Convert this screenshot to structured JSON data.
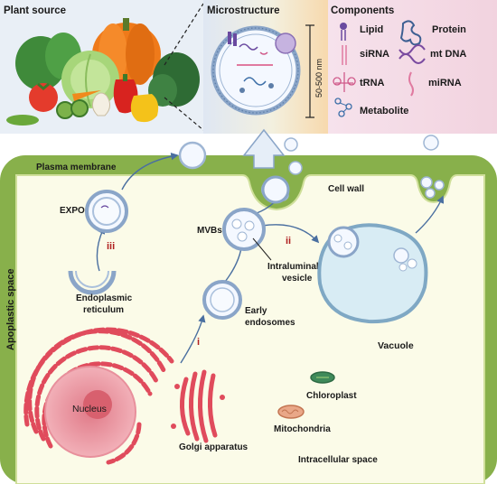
{
  "panels": {
    "plant_source": "Plant source",
    "microstructure": "Microstructure",
    "size": "50-500 nm",
    "components_title": "Components"
  },
  "components": {
    "lipid": "Lipid",
    "protein": "Protein",
    "sirna": "siRNA",
    "mtdna": "mt DNA",
    "trna": "tRNA",
    "mirna": "miRNA",
    "metabolite": "Metabolite"
  },
  "cell": {
    "plasma_membrane": "Plasma membrane",
    "cell_wall": "Cell wall",
    "apoplastic_space": "Apoplastic space",
    "intracellular_space": "Intracellular space",
    "expo": "EXPO",
    "er_line1": "Endoplasmic",
    "er_line2": "reticulum",
    "mvbs": "MVBs",
    "ilv_line1": "Intraluminal",
    "ilv_line2": "vesicle",
    "ee_line1": "Early",
    "ee_line2": "endosomes",
    "vacuole": "Vacuole",
    "nucleus": "Nucleus",
    "golgi": "Golgi apparatus",
    "chloroplast": "Chloroplast",
    "mitochondria": "Mitochondria",
    "path_i": "i",
    "path_ii": "ii",
    "path_iii": "iii"
  },
  "colors": {
    "cell_wall_green": "#88b04b",
    "cytoplasm": "#fbfbe8",
    "vesicle_blue": "#8aa5c8",
    "nucleus_pink": "#ee9aa6",
    "er_red": "#e04b5c",
    "arrow_blue": "#4a6fa0",
    "path_label_red": "#b02020"
  }
}
